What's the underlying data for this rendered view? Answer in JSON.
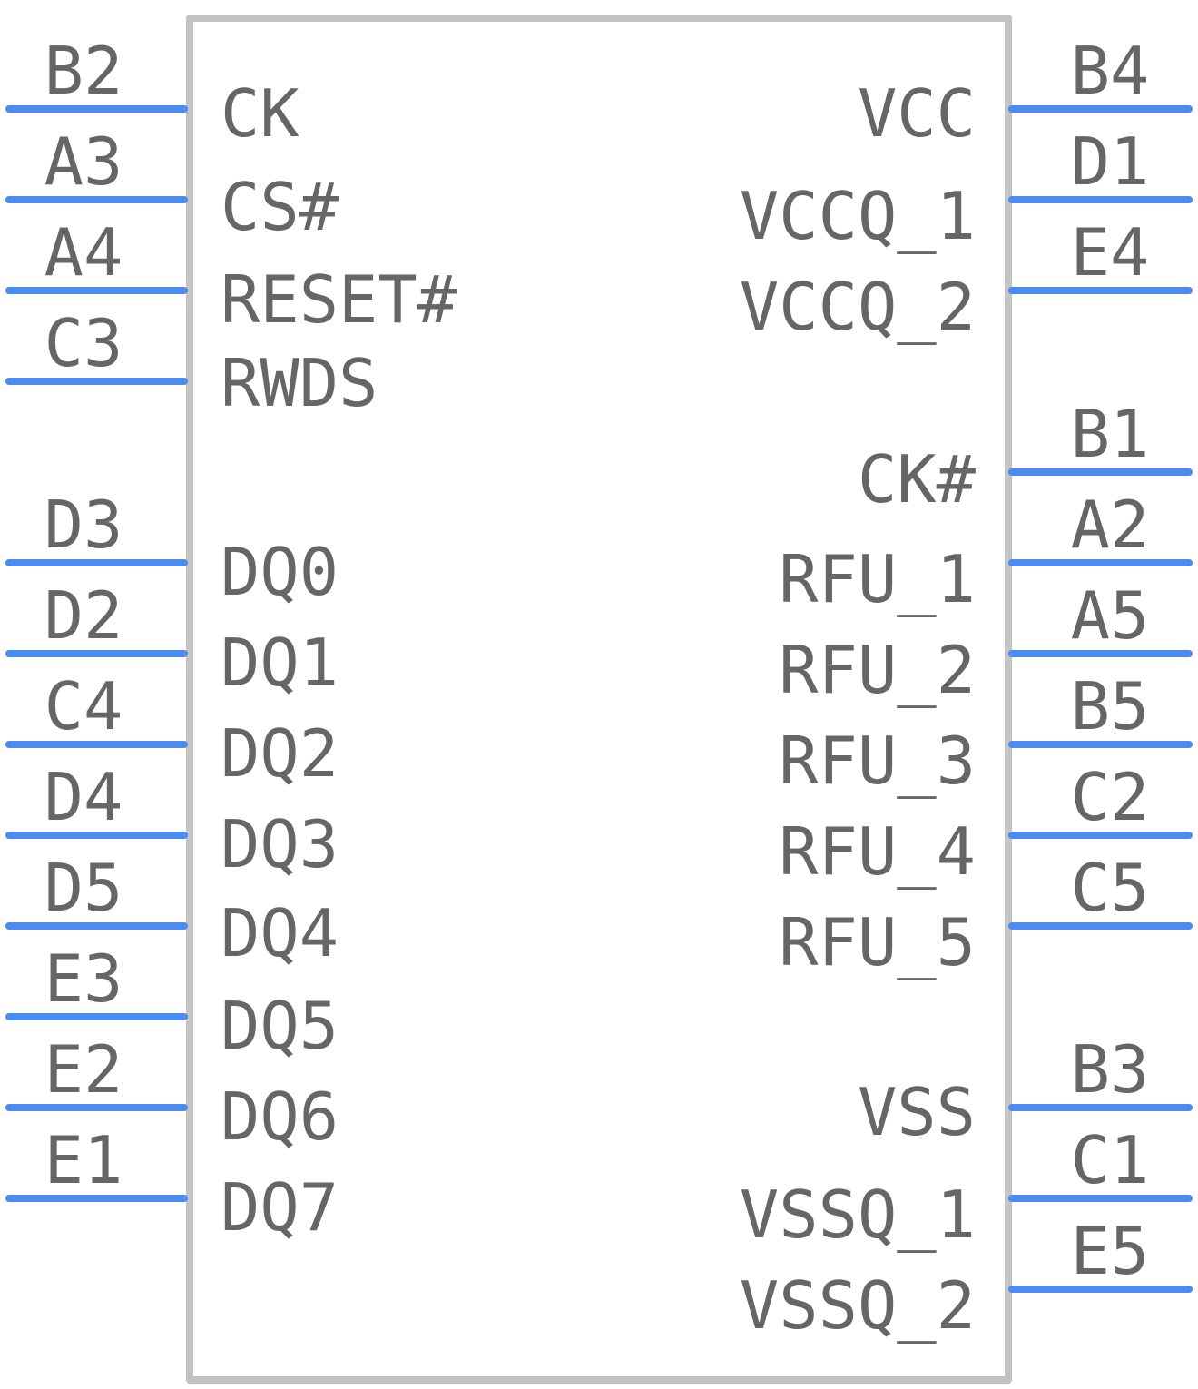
{
  "colors": {
    "body_outline": "#c2c2c2",
    "pin_line": "#4a8cf0",
    "text": "#666666",
    "background": "#ffffff"
  },
  "left_pins": [
    {
      "number": "B2",
      "name": "CK"
    },
    {
      "number": "A3",
      "name": "CS#"
    },
    {
      "number": "A4",
      "name": "RESET#"
    },
    {
      "number": "C3",
      "name": "RWDS"
    },
    {
      "number": "D3",
      "name": "DQ0"
    },
    {
      "number": "D2",
      "name": "DQ1"
    },
    {
      "number": "C4",
      "name": "DQ2"
    },
    {
      "number": "D4",
      "name": "DQ3"
    },
    {
      "number": "D5",
      "name": "DQ4"
    },
    {
      "number": "E3",
      "name": "DQ5"
    },
    {
      "number": "E2",
      "name": "DQ6"
    },
    {
      "number": "E1",
      "name": "DQ7"
    }
  ],
  "right_pins": [
    {
      "number": "B4",
      "name": "VCC"
    },
    {
      "number": "D1",
      "name": "VCCQ_1"
    },
    {
      "number": "E4",
      "name": "VCCQ_2"
    },
    {
      "number": "B1",
      "name": "CK#"
    },
    {
      "number": "A2",
      "name": "RFU_1"
    },
    {
      "number": "A5",
      "name": "RFU_2"
    },
    {
      "number": "B5",
      "name": "RFU_3"
    },
    {
      "number": "C2",
      "name": "RFU_4"
    },
    {
      "number": "C5",
      "name": "RFU_5"
    },
    {
      "number": "B3",
      "name": "VSS"
    },
    {
      "number": "C1",
      "name": "VSSQ_1"
    },
    {
      "number": "E5",
      "name": "VSSQ_2"
    }
  ]
}
